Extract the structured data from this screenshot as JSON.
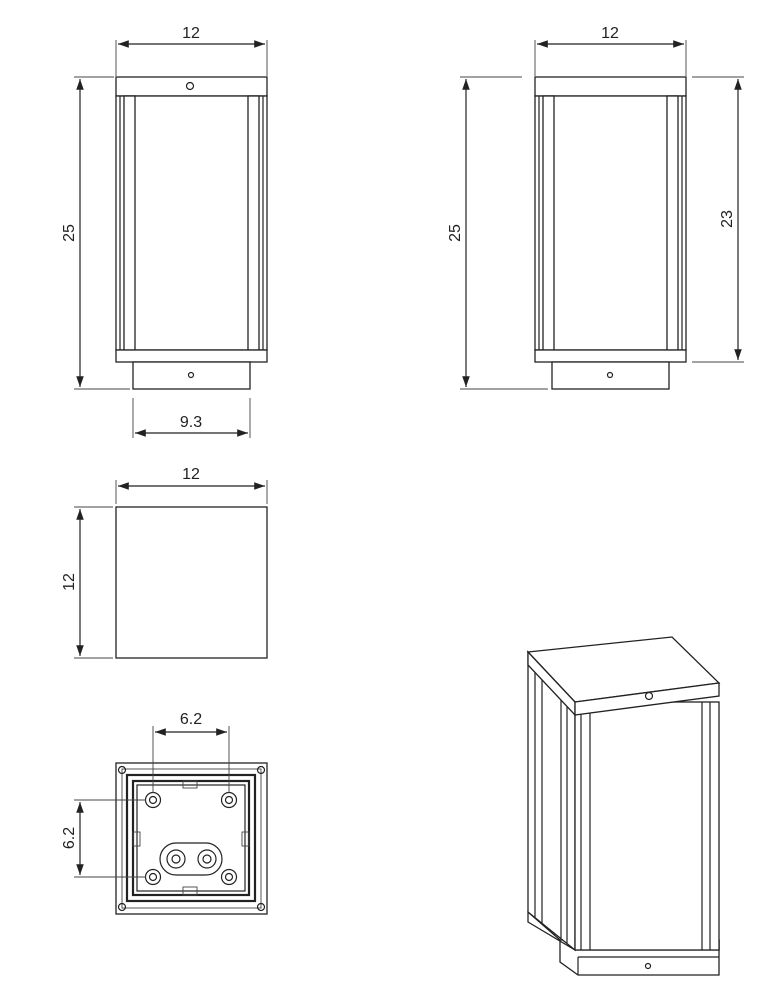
{
  "drawing": {
    "front_view": {
      "width_label": "12",
      "height_label": "25",
      "base_width_label": "9.3"
    },
    "side_view": {
      "width_label": "12",
      "height_label": "25",
      "body_height_label": "23"
    },
    "top_view": {
      "width_label": "12",
      "height_label": "12"
    },
    "bottom_view": {
      "hole_spacing_x_label": "6.2",
      "hole_spacing_y_label": "6.2"
    }
  },
  "colors": {
    "line": "#222222",
    "background": "#ffffff"
  }
}
